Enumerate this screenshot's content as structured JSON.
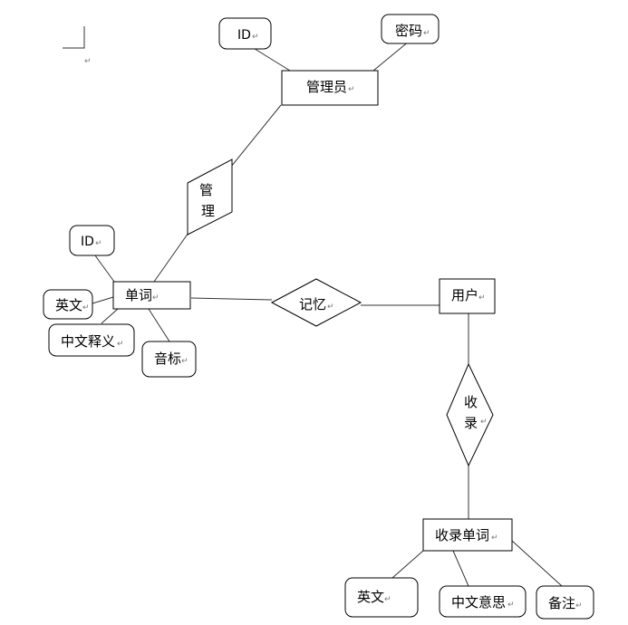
{
  "return_mark": "↵",
  "entities": {
    "admin": "管理员",
    "word": "单词",
    "user": "用户",
    "saved_word": "收录单词"
  },
  "relationships": {
    "manage": [
      "管",
      "理"
    ],
    "memorize": "记忆",
    "collect": [
      "收",
      "录"
    ]
  },
  "attributes": {
    "admin_id": "ID",
    "admin_password": "密码",
    "word_id": "ID",
    "word_english": "英文",
    "word_chinese_meaning": "中文释义",
    "word_phonetic": "音标",
    "saved_english": "英文",
    "saved_chinese_meaning": "中文意思",
    "saved_note": "备注"
  }
}
